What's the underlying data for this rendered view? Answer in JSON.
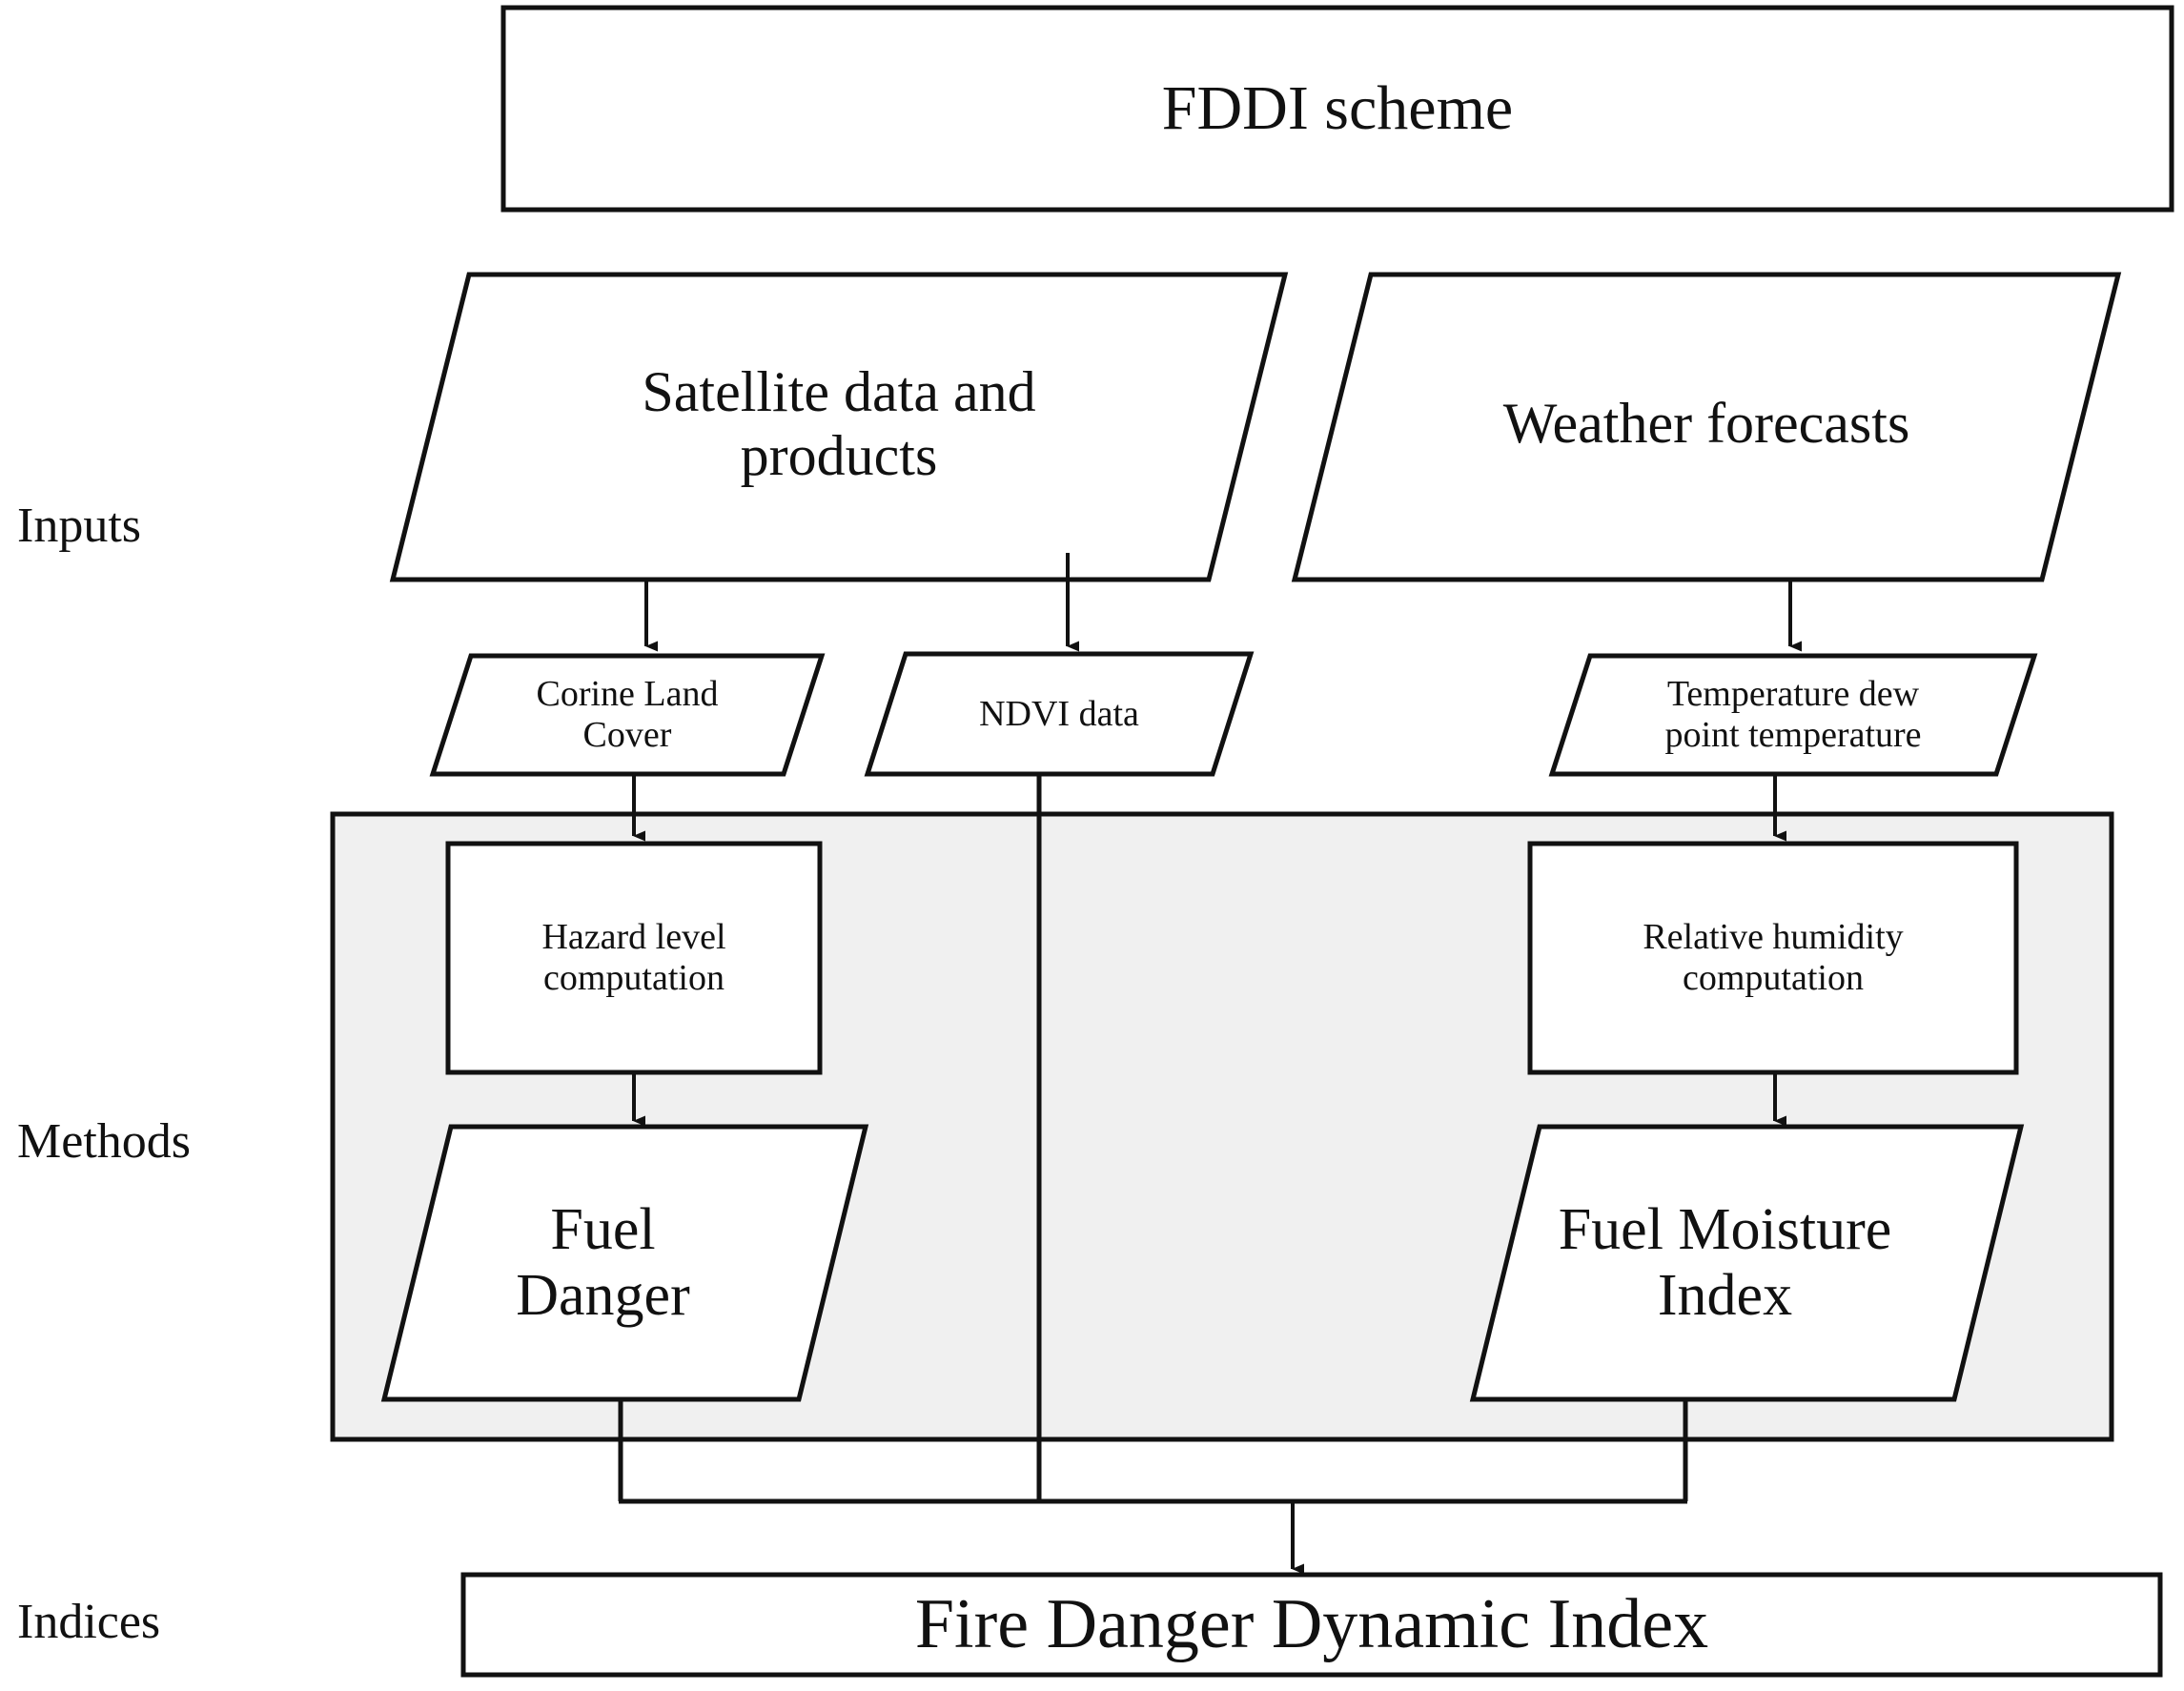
{
  "diagram": {
    "title": "FDDI scheme",
    "stage_labels": [
      {
        "id": "inputs",
        "text": "Inputs"
      },
      {
        "id": "methods",
        "text": "Methods"
      },
      {
        "id": "indices",
        "text": "Indices"
      }
    ],
    "inputs": [
      {
        "id": "satellite-data",
        "text": "Satellite data and\nproducts"
      },
      {
        "id": "weather-forecasts",
        "text": "Weather forecasts"
      }
    ],
    "datasets": [
      {
        "id": "corine-land-cover",
        "text": "Corine Land\nCover"
      },
      {
        "id": "ndvi-data",
        "text": "NDVI data"
      },
      {
        "id": "temperature-dew-point",
        "text": "Temperature dew\npoint temperature"
      }
    ],
    "methods": [
      {
        "id": "hazard-level-computation",
        "text": "Hazard level\ncomputation"
      },
      {
        "id": "relative-humidity-computation",
        "text": "Relative humidity\ncomputation"
      }
    ],
    "outputs": [
      {
        "id": "fuel-danger",
        "text": "Fuel\nDanger"
      },
      {
        "id": "fuel-moisture-index",
        "text": "Fuel Moisture\nIndex"
      }
    ],
    "index": {
      "id": "fire-danger-dynamic-index",
      "text": "Fire Danger Dynamic Index"
    },
    "colors": {
      "stroke": "#111111",
      "panel_fill": "#f0f0f0",
      "shape_fill": "#ffffff",
      "background": "#ffffff",
      "text": "#111111"
    }
  }
}
